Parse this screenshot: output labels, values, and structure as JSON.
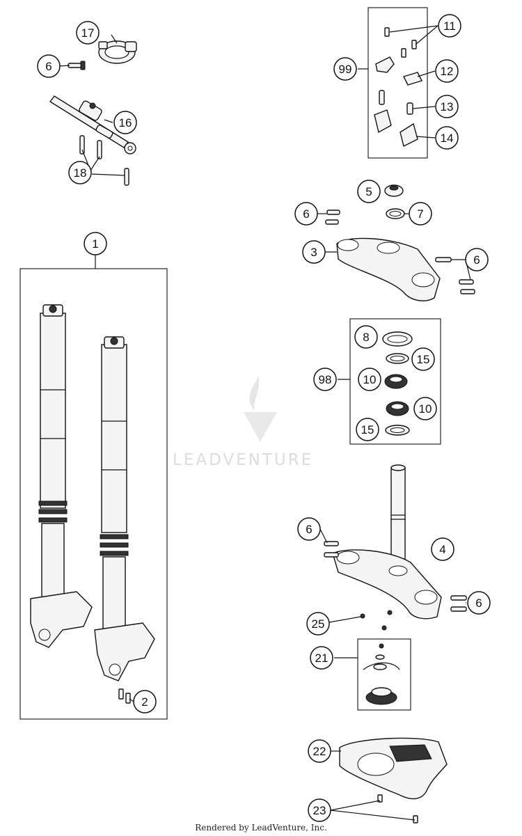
{
  "diagram": {
    "callouts": {
      "c1": "1",
      "c2": "2",
      "c3": "3",
      "c4": "4",
      "c5": "5",
      "c6a": "6",
      "c6b": "6",
      "c6c": "6",
      "c6d": "6",
      "c6e": "6",
      "c7": "7",
      "c8": "8",
      "c10a": "10",
      "c10b": "10",
      "c11": "11",
      "c12": "12",
      "c13": "13",
      "c14": "14",
      "c15a": "15",
      "c15b": "15",
      "c16": "16",
      "c17": "17",
      "c18": "18",
      "c21": "21",
      "c22": "22",
      "c23": "23",
      "c25": "25",
      "c98": "98",
      "c99": "99"
    },
    "watermark": "LEADVENTURE",
    "footer": "Rendered by LeadVenture, Inc."
  }
}
